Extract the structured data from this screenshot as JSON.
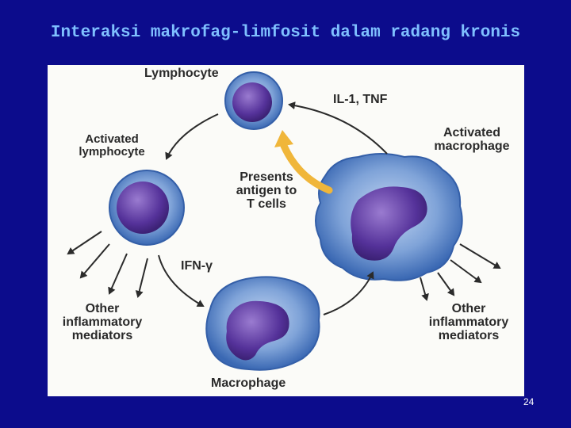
{
  "slide": {
    "title": "Interaksi makrofag-limfosit dalam radang kronis",
    "page_number": "24"
  },
  "diagram": {
    "labels": {
      "lymphocyte": "Lymphocyte",
      "il1_tnf": "IL-1, TNF",
      "activated_lymphocyte_1": "Activated",
      "activated_lymphocyte_2": "lymphocyte",
      "activated_macrophage_1": "Activated",
      "activated_macrophage_2": "macrophage",
      "presents_1": "Presents",
      "presents_2": "antigen to",
      "presents_3": "T cells",
      "ifn_gamma": "IFN-γ",
      "other_left_1": "Other",
      "other_left_2": "inflammatory",
      "other_left_3": "mediators",
      "other_right_1": "Other",
      "other_right_2": "inflammatory",
      "other_right_3": "mediators",
      "macrophage": "Macrophage"
    },
    "colors": {
      "cell_membrane": "#3f6fb8",
      "cell_cytoplasm": "#8fb0de",
      "nucleus": "#4b2d8a",
      "arrow": "#2b2b2b",
      "antigen_arrow": "#f0b63a"
    }
  }
}
